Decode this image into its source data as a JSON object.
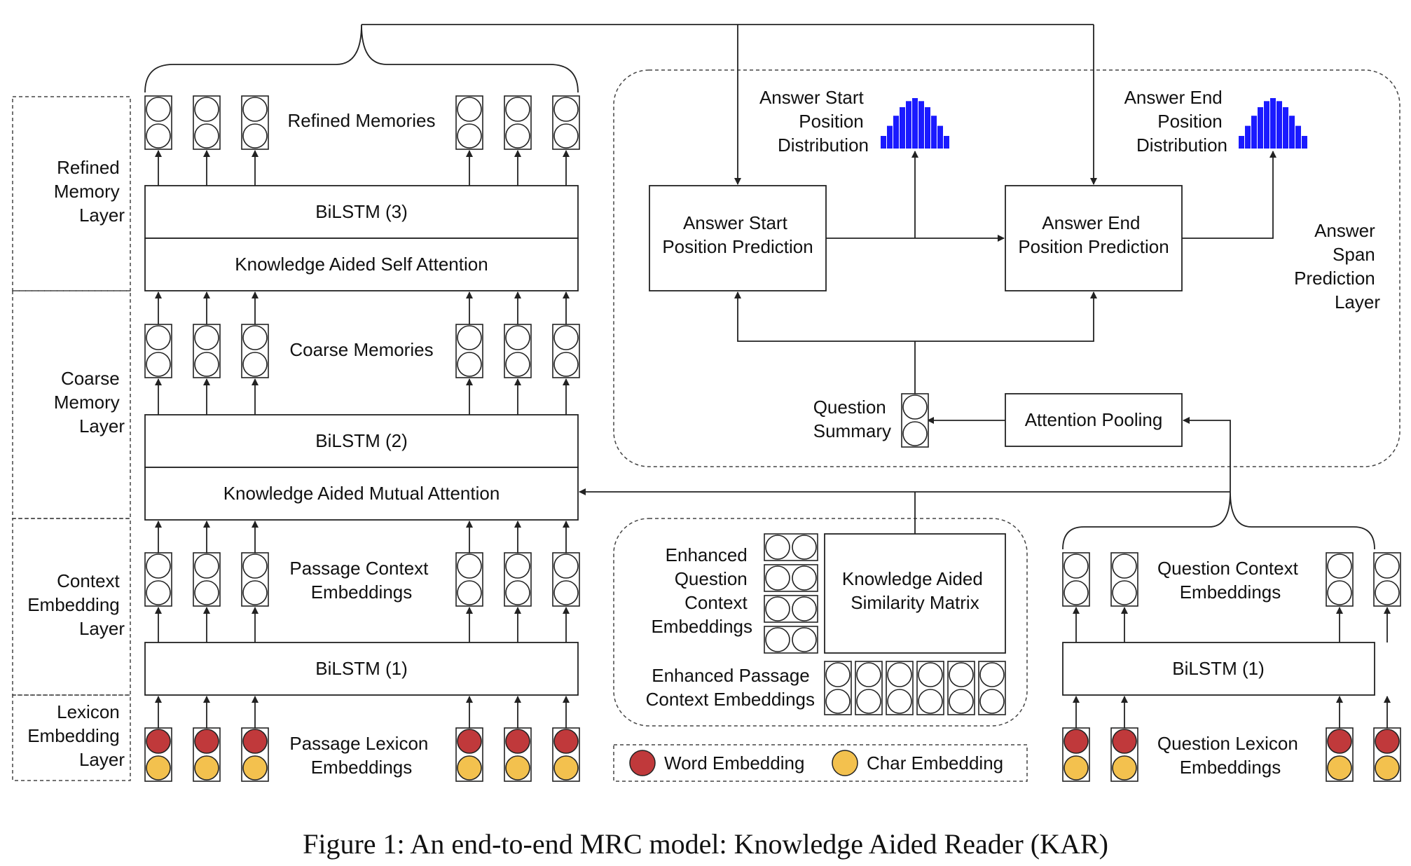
{
  "colors": {
    "word": "#c0393b",
    "char": "#f3c14e",
    "dist": "#1a1aff",
    "stroke": "#222222"
  },
  "layers": {
    "refined": [
      "Refined",
      "Memory",
      "Layer"
    ],
    "coarse": [
      "Coarse",
      "Memory",
      "Layer"
    ],
    "context": [
      "Context",
      "Embedding",
      "Layer"
    ],
    "lexicon": [
      "Lexicon",
      "Embedding",
      "Layer"
    ],
    "answer": [
      "Answer",
      "Span",
      "Prediction",
      "Layer"
    ]
  },
  "boxes": {
    "bilstm3": "BiLSTM (3)",
    "self_attention": "Knowledge Aided Self Attention",
    "bilstm2": "BiLSTM (2)",
    "mutual_attention": "Knowledge Aided Mutual Attention",
    "bilstm1_passage": "BiLSTM (1)",
    "bilstm1_question": "BiLSTM (1)",
    "answer_start": [
      "Answer Start",
      "Position Prediction"
    ],
    "answer_end": [
      "Answer End",
      "Position Prediction"
    ],
    "attention_pooling": "Attention Pooling",
    "similarity_matrix": [
      "Knowledge Aided",
      "Similarity Matrix"
    ]
  },
  "labels": {
    "refined_memories": "Refined Memories",
    "coarse_memories": "Coarse Memories",
    "passage_context": [
      "Passage Context",
      "Embeddings"
    ],
    "passage_lexicon": [
      "Passage Lexicon",
      "Embeddings"
    ],
    "question_context": [
      "Question Context",
      "Embeddings"
    ],
    "question_lexicon": [
      "Question Lexicon",
      "Embeddings"
    ],
    "start_dist": [
      "Answer Start",
      "Position",
      "Distribution"
    ],
    "end_dist": [
      "Answer End",
      "Position",
      "Distribution"
    ],
    "question_summary": [
      "Question",
      "Summary"
    ],
    "enhanced_question": [
      "Enhanced",
      "Question",
      "Context",
      "Embeddings"
    ],
    "enhanced_passage": [
      "Enhanced Passage",
      "Context Embeddings"
    ]
  },
  "legend": {
    "word": "Word Embedding",
    "char": "Char Embedding"
  },
  "distribution": [
    0.25,
    0.45,
    0.65,
    0.82,
    0.94,
    1.0,
    0.94,
    0.82,
    0.65,
    0.45,
    0.25
  ],
  "caption": "Figure 1:  An end-to-end MRC model: Knowledge Aided Reader (KAR)"
}
